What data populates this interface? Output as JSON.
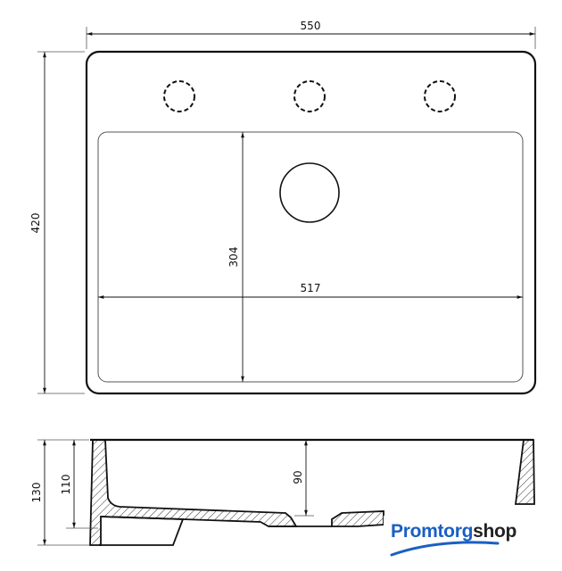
{
  "top_view": {
    "width_label": "550",
    "height_label": "420",
    "bowl_depth_label": "304",
    "bowl_width_label": "517",
    "tap_holes": 3
  },
  "side_view": {
    "total_height_label": "130",
    "inner_height_label": "110",
    "bowl_depth_label": "90"
  },
  "logo": {
    "part1": "Promtorg",
    "part2": "shop"
  },
  "colors": {
    "line": "#111111",
    "brand_blue": "#1a5fc4"
  }
}
